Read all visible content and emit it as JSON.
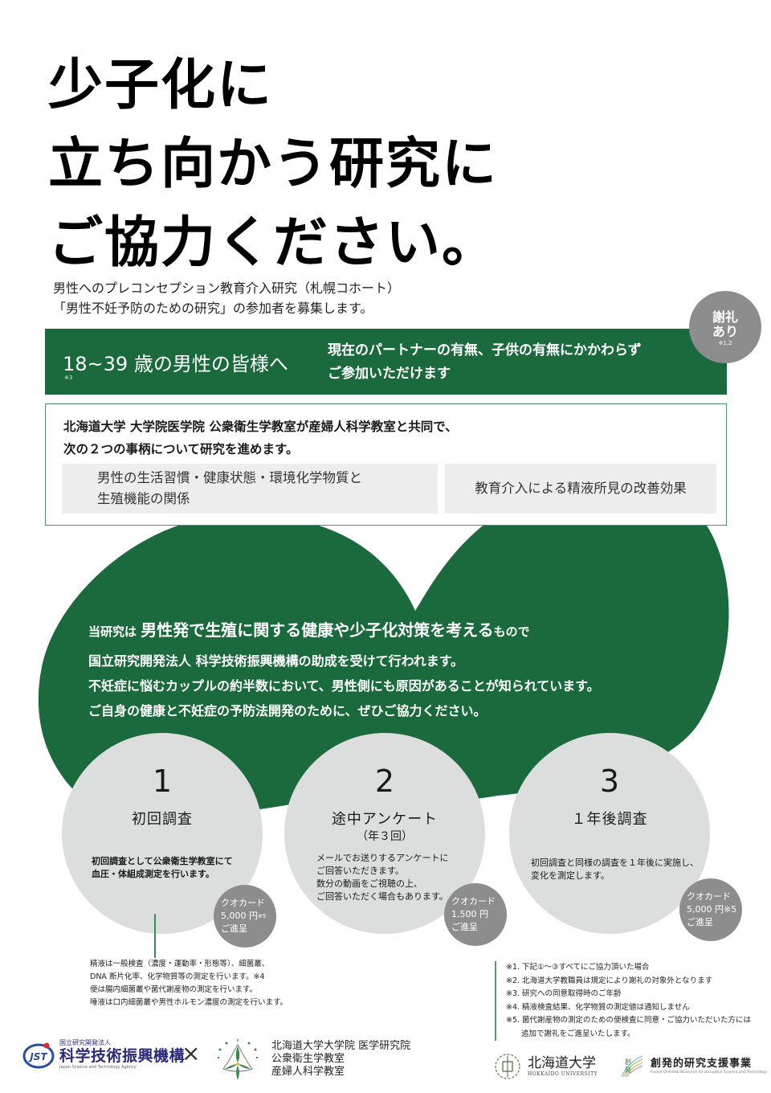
{
  "hero": {
    "lines": [
      "少子化に",
      "立ち向かう研究に",
      "ご協力ください。"
    ]
  },
  "lead": {
    "line1": "男性へのプレコンセプション教育介入研究（札幌コホート）",
    "line2": "「男性不妊予防のための研究」の参加者を募集します。"
  },
  "banner": {
    "target": "18~39 歳の男性の皆様へ",
    "target_note": "※3",
    "desc_line1": "現在のパートナーの有無、子供の有無にかかわらず",
    "desc_line2": "ご参加いただけます",
    "bg_color": "#1b6a3d"
  },
  "reward_badge": {
    "line1": "謝礼",
    "line2": "あり",
    "note": "※1,2"
  },
  "collab": {
    "line1": "北海道大学 大学院医学院 公衆衛生学教室が産婦人科学教室と共同で、",
    "line2": "次の２つの事柄について研究を進めます。",
    "topics": [
      {
        "line1": "男性の生活習慣・健康状態・環境化学物質と",
        "line2": "生殖機能の関係"
      },
      {
        "line1": "教育介入による精液所見の改善効果"
      }
    ]
  },
  "about": {
    "prefix": "当研究は",
    "highlight": "男性発で生殖に関する健康や少子化対策を考える",
    "suffix": "もので",
    "lines": [
      "国立研究開発法人 科学技術振興機構の助成を受けて行われます。",
      "不妊症に悩むカップルの約半数において、男性側にも原因があることが知られています。",
      "ご自身の健康と不妊症の予防法開発のために、ぜひご協力ください。"
    ]
  },
  "steps": [
    {
      "number": "1",
      "title": "初回調査",
      "subtitle": "",
      "desc": [
        "初回調査として公衆衛生学教室にて",
        "血圧・体組成測定を行います。"
      ],
      "reward": {
        "line1": "クオカード",
        "amount": "5,000 円",
        "note": "※5",
        "line3": "ご進呈"
      }
    },
    {
      "number": "2",
      "title": "途中アンケート",
      "subtitle": "（年３回）",
      "desc": [
        "メールでお送りするアンケートに",
        "ご回答いただきます。",
        "数分の動画をご視聴の上、",
        "ご回答いただく場合もあります。"
      ],
      "reward": {
        "line1": "クオカード",
        "amount": "1,500 円",
        "note": "",
        "line3": "ご進呈"
      }
    },
    {
      "number": "3",
      "title": "１年後調査",
      "subtitle": "",
      "desc": [
        "初回調査と同様の調査を１年後に実施し、",
        "変化を測定します。"
      ],
      "reward": {
        "line1": "クオカード",
        "amount": "5,000 円※5",
        "note": "",
        "line3": "ご進呈"
      }
    }
  ],
  "sample_notes": [
    "精液は一般検査（濃度・運動率・形態等）、細菌叢、",
    "DNA 断片化率、化学物質等の測定を行います。※4",
    "便は腸内細菌叢や菌代謝産物の測定を行います。",
    "唾液は口内細菌叢や男性ホルモン濃度の測定を行います。"
  ],
  "footnotes": [
    "※1. 下記①～③すべてにご協力頂いた場合",
    "※2. 北海道大学教職員は規定により謝礼の対象外となります",
    "※3. 研究への同意取得時のご年齢",
    "※4. 精液検査結果、化学物質の測定値は通知しません",
    "※5. 菌代謝産物の測定のための便検査に同意・ご協力いただいた方には",
    "追加で謝礼をご進呈いたします。"
  ],
  "footer": {
    "jst": {
      "mark": "JST",
      "small": "国立研究開発法人",
      "name": "科学技術振興機構",
      "en": "Japan Science and Technology Agency"
    },
    "times": "×",
    "lab": {
      "line1": "北海道大学大学院 医学研究院",
      "line2": "公衆衛生学教室",
      "line3": "産婦人科学教室"
    },
    "hokudai": {
      "jp": "北海道大学",
      "en": "HOKKAIDO UNIVERSITY"
    },
    "sohatsu": {
      "jp": "創発的研究支援事業",
      "en": "Fusion Oriented REsearch for disruptive Science and Technology",
      "mark": "創発"
    }
  }
}
